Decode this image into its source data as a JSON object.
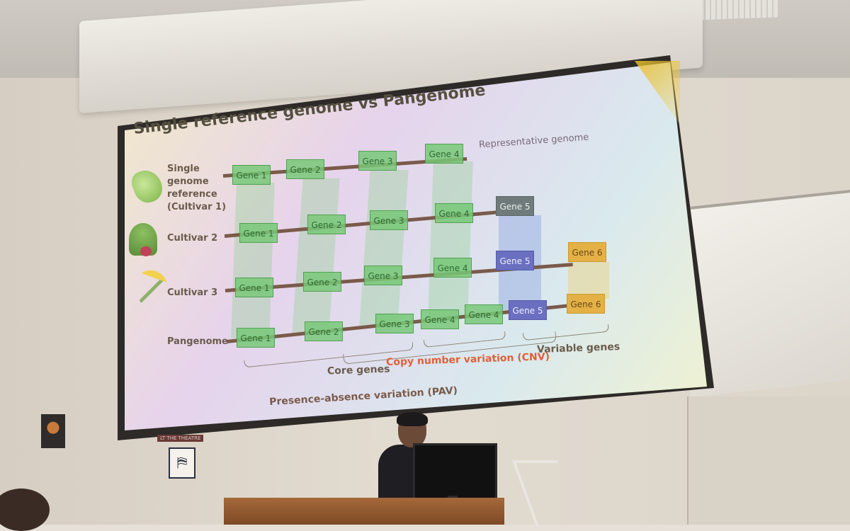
{
  "slide": {
    "title": "Single reference genome vs Pangenome",
    "representative_label": "Representative genome",
    "rows": {
      "single_reference": [
        "Single",
        "genome",
        "reference",
        "(Cultivar 1)"
      ],
      "cultivar2": "Cultivar 2",
      "cultivar3": "Cultivar 3",
      "pangenome": "Pangenome"
    },
    "genes": {
      "gene1": "Gene 1",
      "gene2": "Gene 2",
      "gene3": "Gene 3",
      "gene4": "Gene 4",
      "gene5": "Gene 5",
      "gene6": "Gene 6"
    },
    "notes": {
      "core": "Core genes",
      "cnv": "Copy number variation (CNV)",
      "variable": "Variable genes",
      "pav": "Presence-absence variation (PAV)"
    },
    "colors": {
      "gene_green": "#7ac87a",
      "gene_gray": "#6f7b7a",
      "gene_blue": "#6a6fbf",
      "gene_orange": "#e4b146",
      "cnv_text": "#e0603a",
      "text_brown": "#6a5b4c"
    }
  },
  "room": {
    "sign": "LT THE THEATRE"
  }
}
